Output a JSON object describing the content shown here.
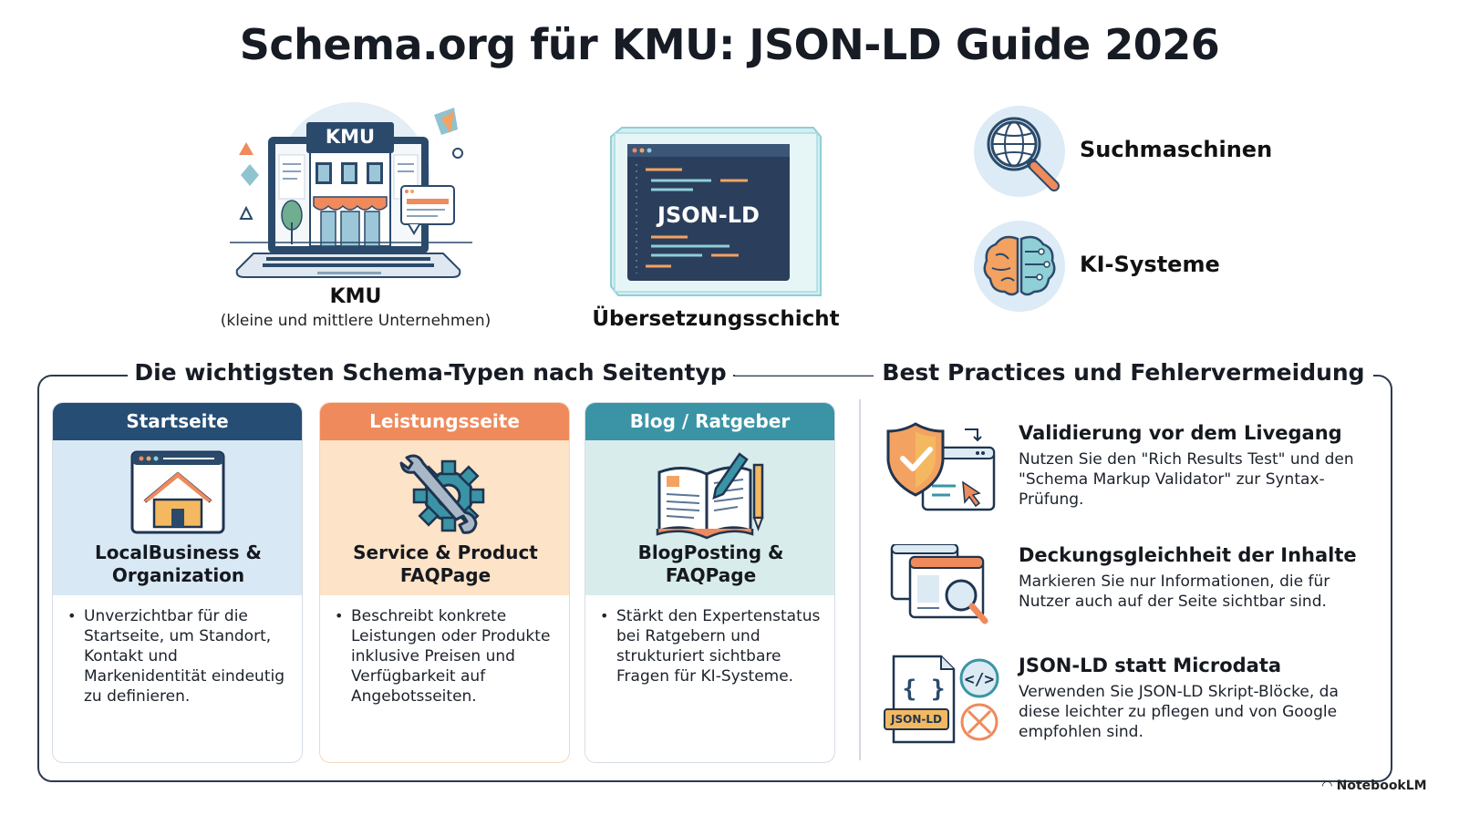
{
  "title": "Schema.org für KMU: JSON-LD Guide 2026",
  "top": {
    "kmu": {
      "badge": "KMU",
      "title": "KMU",
      "subtitle": "(kleine und mittlere Unternehmen)"
    },
    "translation": {
      "code_label": "JSON-LD",
      "label": "Übersetzungsschicht"
    },
    "targets": [
      {
        "label": "Suchmaschinen",
        "icon": "globe-search-icon"
      },
      {
        "label": "KI-Systeme",
        "icon": "brain-circuit-icon"
      }
    ]
  },
  "sections": {
    "left_title": "Die wichtigsten Schema-Typen nach Seitentyp",
    "right_title": "Best Practices und Fehlervermeidung"
  },
  "cards": [
    {
      "header": "Startseite",
      "icon": "house-icon",
      "title": "LocalBusiness & Organization",
      "bullet": "Unverzichtbar für die Startseite, um Standort, Kontakt und Markenidentität eindeutig zu definieren.",
      "colors": {
        "header": "#264d74",
        "band": "#d9e8f5"
      }
    },
    {
      "header": "Leistungsseite",
      "icon": "wrench-gear-icon",
      "title": "Service & Product FAQPage",
      "bullet": "Beschreibt konkrete Leistungen oder Produkte inklusive Preisen und Verfügbarkeit auf Angebotsseiten.",
      "colors": {
        "header": "#ef8a5c",
        "band": "#fde3c7"
      }
    },
    {
      "header": "Blog / Ratgeber",
      "icon": "open-book-pen-icon",
      "title": "BlogPosting & FAQPage",
      "bullet": "Stärkt den Expertenstatus bei Ratgebern und strukturiert sichtbare Fragen für KI-Systeme.",
      "colors": {
        "header": "#3a94a6",
        "band": "#d8ecec"
      }
    }
  ],
  "practices": [
    {
      "icon": "shield-check-icon",
      "title": "Validierung vor dem Livegang",
      "text": "Nutzen Sie den \"Rich Results Test\" und den \"Schema Markup Validator\" zur Syntax-Prüfung."
    },
    {
      "icon": "window-magnifier-icon",
      "title": "Deckungsgleichheit der Inhalte",
      "text": "Markieren Sie nur Informationen, die für Nutzer auch auf der Seite sichtbar sind."
    },
    {
      "icon": "json-file-icon",
      "title": "JSON-LD statt Microdata",
      "file_label": "JSON-LD",
      "text": "Verwenden Sie JSON-LD Skript-Blöcke, da diese leichter zu pflegen und von Google empfohlen sind."
    }
  ],
  "brand": "NotebookLM"
}
